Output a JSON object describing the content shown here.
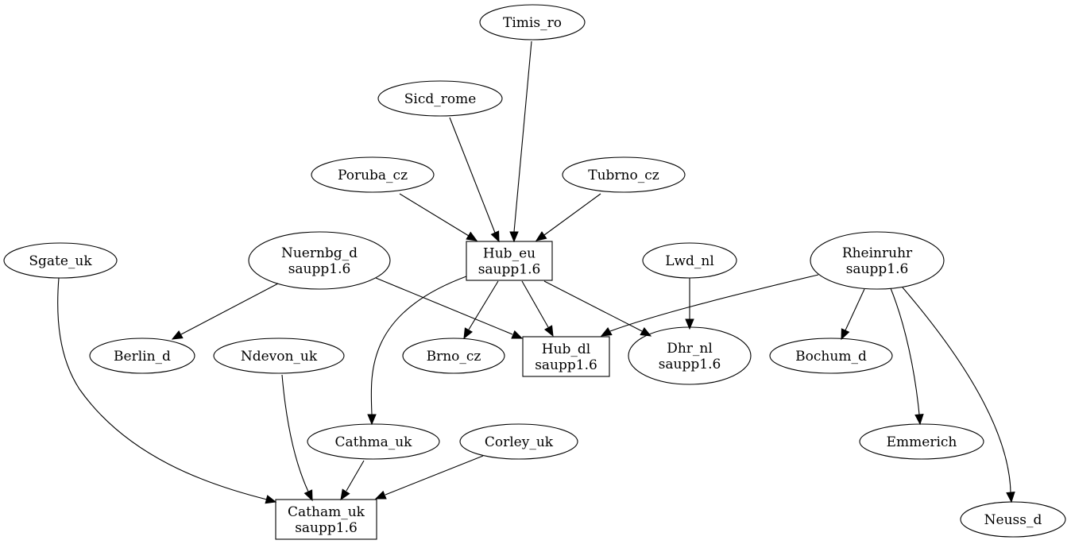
{
  "nodes": {
    "timis_ro": {
      "lines": [
        "Timis_ro"
      ]
    },
    "sicd_rome": {
      "lines": [
        "Sicd_rome"
      ]
    },
    "poruba_cz": {
      "lines": [
        "Poruba_cz"
      ]
    },
    "tubrno_cz": {
      "lines": [
        "Tubrno_cz"
      ]
    },
    "hub_eu": {
      "lines": [
        "Hub_eu",
        "saupp1.6"
      ]
    },
    "sgate_uk": {
      "lines": [
        "Sgate_uk"
      ]
    },
    "nuernbg_d": {
      "lines": [
        "Nuernbg_d",
        "saupp1.6"
      ]
    },
    "lwd_nl": {
      "lines": [
        "Lwd_nl"
      ]
    },
    "rheinruhr": {
      "lines": [
        "Rheinruhr",
        "saupp1.6"
      ]
    },
    "berlin_d": {
      "lines": [
        "Berlin_d"
      ]
    },
    "ndevon_uk": {
      "lines": [
        "Ndevon_uk"
      ]
    },
    "brno_cz": {
      "lines": [
        "Brno_cz"
      ]
    },
    "hub_dl": {
      "lines": [
        "Hub_dl",
        "saupp1.6"
      ]
    },
    "dhr_nl": {
      "lines": [
        "Dhr_nl",
        "saupp1.6"
      ]
    },
    "bochum_d": {
      "lines": [
        "Bochum_d"
      ]
    },
    "cathma_uk": {
      "lines": [
        "Cathma_uk"
      ]
    },
    "corley_uk": {
      "lines": [
        "Corley_uk"
      ]
    },
    "emmerich": {
      "lines": [
        "Emmerich"
      ]
    },
    "catham_uk": {
      "lines": [
        "Catham_uk",
        "saupp1.6"
      ]
    },
    "neuss_d": {
      "lines": [
        "Neuss_d"
      ]
    }
  },
  "edges": [
    {
      "from": "timis_ro",
      "to": "hub_eu"
    },
    {
      "from": "sicd_rome",
      "to": "hub_eu"
    },
    {
      "from": "poruba_cz",
      "to": "hub_eu"
    },
    {
      "from": "tubrno_cz",
      "to": "hub_eu"
    },
    {
      "from": "hub_eu",
      "to": "cathma_uk"
    },
    {
      "from": "hub_eu",
      "to": "brno_cz"
    },
    {
      "from": "hub_eu",
      "to": "hub_dl"
    },
    {
      "from": "hub_eu",
      "to": "dhr_nl"
    },
    {
      "from": "nuernbg_d",
      "to": "berlin_d"
    },
    {
      "from": "nuernbg_d",
      "to": "hub_dl"
    },
    {
      "from": "lwd_nl",
      "to": "dhr_nl"
    },
    {
      "from": "rheinruhr",
      "to": "hub_dl"
    },
    {
      "from": "rheinruhr",
      "to": "bochum_d"
    },
    {
      "from": "rheinruhr",
      "to": "emmerich"
    },
    {
      "from": "rheinruhr",
      "to": "neuss_d"
    },
    {
      "from": "sgate_uk",
      "to": "catham_uk"
    },
    {
      "from": "ndevon_uk",
      "to": "catham_uk"
    },
    {
      "from": "cathma_uk",
      "to": "catham_uk"
    },
    {
      "from": "corley_uk",
      "to": "catham_uk"
    }
  ]
}
